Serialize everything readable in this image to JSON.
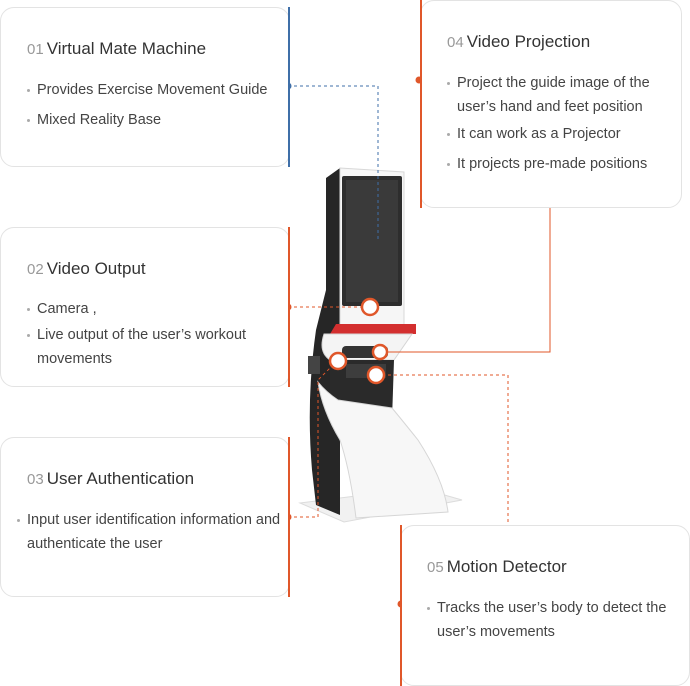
{
  "cards": [
    {
      "num": "01",
      "title": "Virtual Mate Machine",
      "items": [
        "Provides Exercise Movement Guide",
        "Mixed Reality Base"
      ]
    },
    {
      "num": "02",
      "title": "Video Output",
      "items": [
        "Camera ,",
        "Live output of the user’s workout movements"
      ]
    },
    {
      "num": "03",
      "title": "User Authentication",
      "items": [
        "Input user identification information and authenticate the user"
      ]
    },
    {
      "num": "04",
      "title": "Video Projection",
      "items": [
        "Project the guide image of the user’s hand and feet position",
        "It can work as a Projector",
        "It projects pre-made positions"
      ]
    },
    {
      "num": "05",
      "title": "Motion Detector",
      "items": [
        "Tracks the user’s body to detect the user’s movements"
      ]
    }
  ],
  "colors": {
    "accent_orange": "#e0572a",
    "accent_blue": "#3f6fa8",
    "card_border": "#e3e3e3"
  }
}
